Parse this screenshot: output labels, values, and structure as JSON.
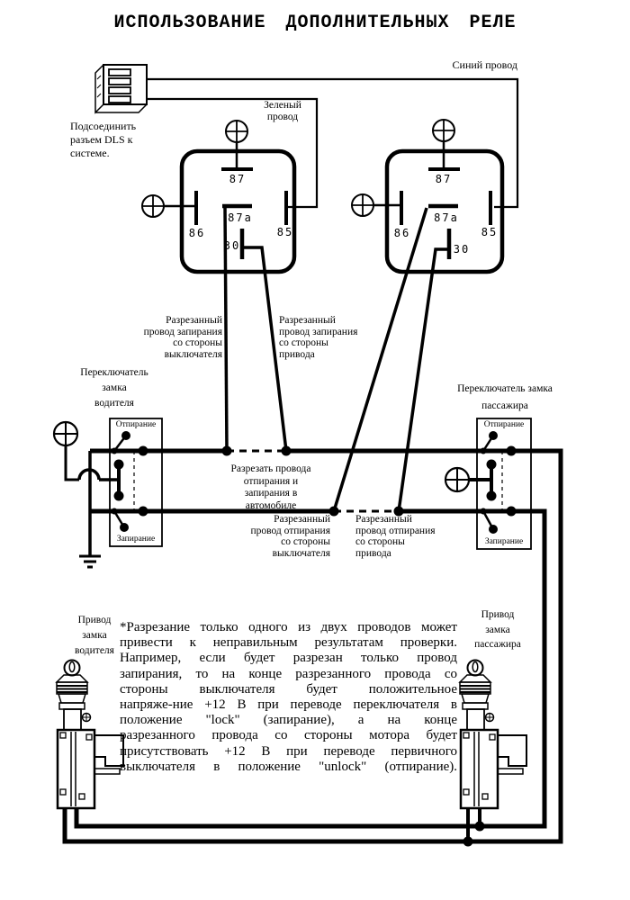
{
  "title": "ИСПОЛЬЗОВАНИЕ ДОПОЛНИТЕЛЬНЫХ РЕЛЕ",
  "connector_note": {
    "lines": [
      "Подсоединить",
      "разъем DLS к",
      "системе."
    ]
  },
  "wires": {
    "blue": "Синий провод",
    "green_lines": [
      "Зеленый",
      "провод"
    ]
  },
  "relay_pins": {
    "p87": "87",
    "p87a": "87a",
    "p30": "30",
    "p86": "86",
    "p85": "85"
  },
  "cut_labels": {
    "middle_lines": [
      "Разрезать провода",
      "отпирания и",
      "запирания в",
      "автомобиле"
    ],
    "lock_switch_side_lines": [
      "Разрезанный",
      "провод запирания",
      "со стороны",
      "выключателя"
    ],
    "lock_actuator_side_lines": [
      "Разрезанный",
      "провод запирания",
      "со стороны",
      "привода"
    ],
    "unlock_switch_side_lines": [
      "Разрезанный",
      "провод отпирания",
      "со стороны",
      "выключателя"
    ],
    "unlock_actuator_side_lines": [
      "Разрезанный",
      "провод отпирания",
      "со стороны",
      "привода"
    ]
  },
  "switches": {
    "driver": {
      "label_lines": [
        "Переключатель",
        "замка",
        "водителя"
      ],
      "unlock": "Отпирание",
      "lock": "Запирание"
    },
    "passenger": {
      "label_lines": [
        "Переключатель замка",
        "пассажира"
      ],
      "unlock": "Отпирание",
      "lock": "Запирание"
    }
  },
  "actuators": {
    "driver": {
      "label_lines": [
        "Привод",
        "замка",
        "водителя"
      ]
    },
    "passenger": {
      "label_lines": [
        "Привод",
        "замка",
        "пассажира"
      ]
    }
  },
  "note": {
    "lines": [
      "*Разрезание только одного из двух проводов может",
      "привести к неправильным результатам проверки.",
      "Например, если будет разрезан только провод",
      "запирания, то на конце разрезанного провода со",
      "стороны выключателя будет положительное",
      "напряже-ние +12 В при переводе переключателя в",
      "положение \"lock\" (запирание), а на конце",
      "разрезанного провода со стороны мотора будет",
      "присутствовать +12 В при переводе первичного",
      "выключателя в положение \"unlock\" (отпирание)."
    ]
  },
  "colors": {
    "ink": "#000000",
    "paper": "#ffffff"
  }
}
